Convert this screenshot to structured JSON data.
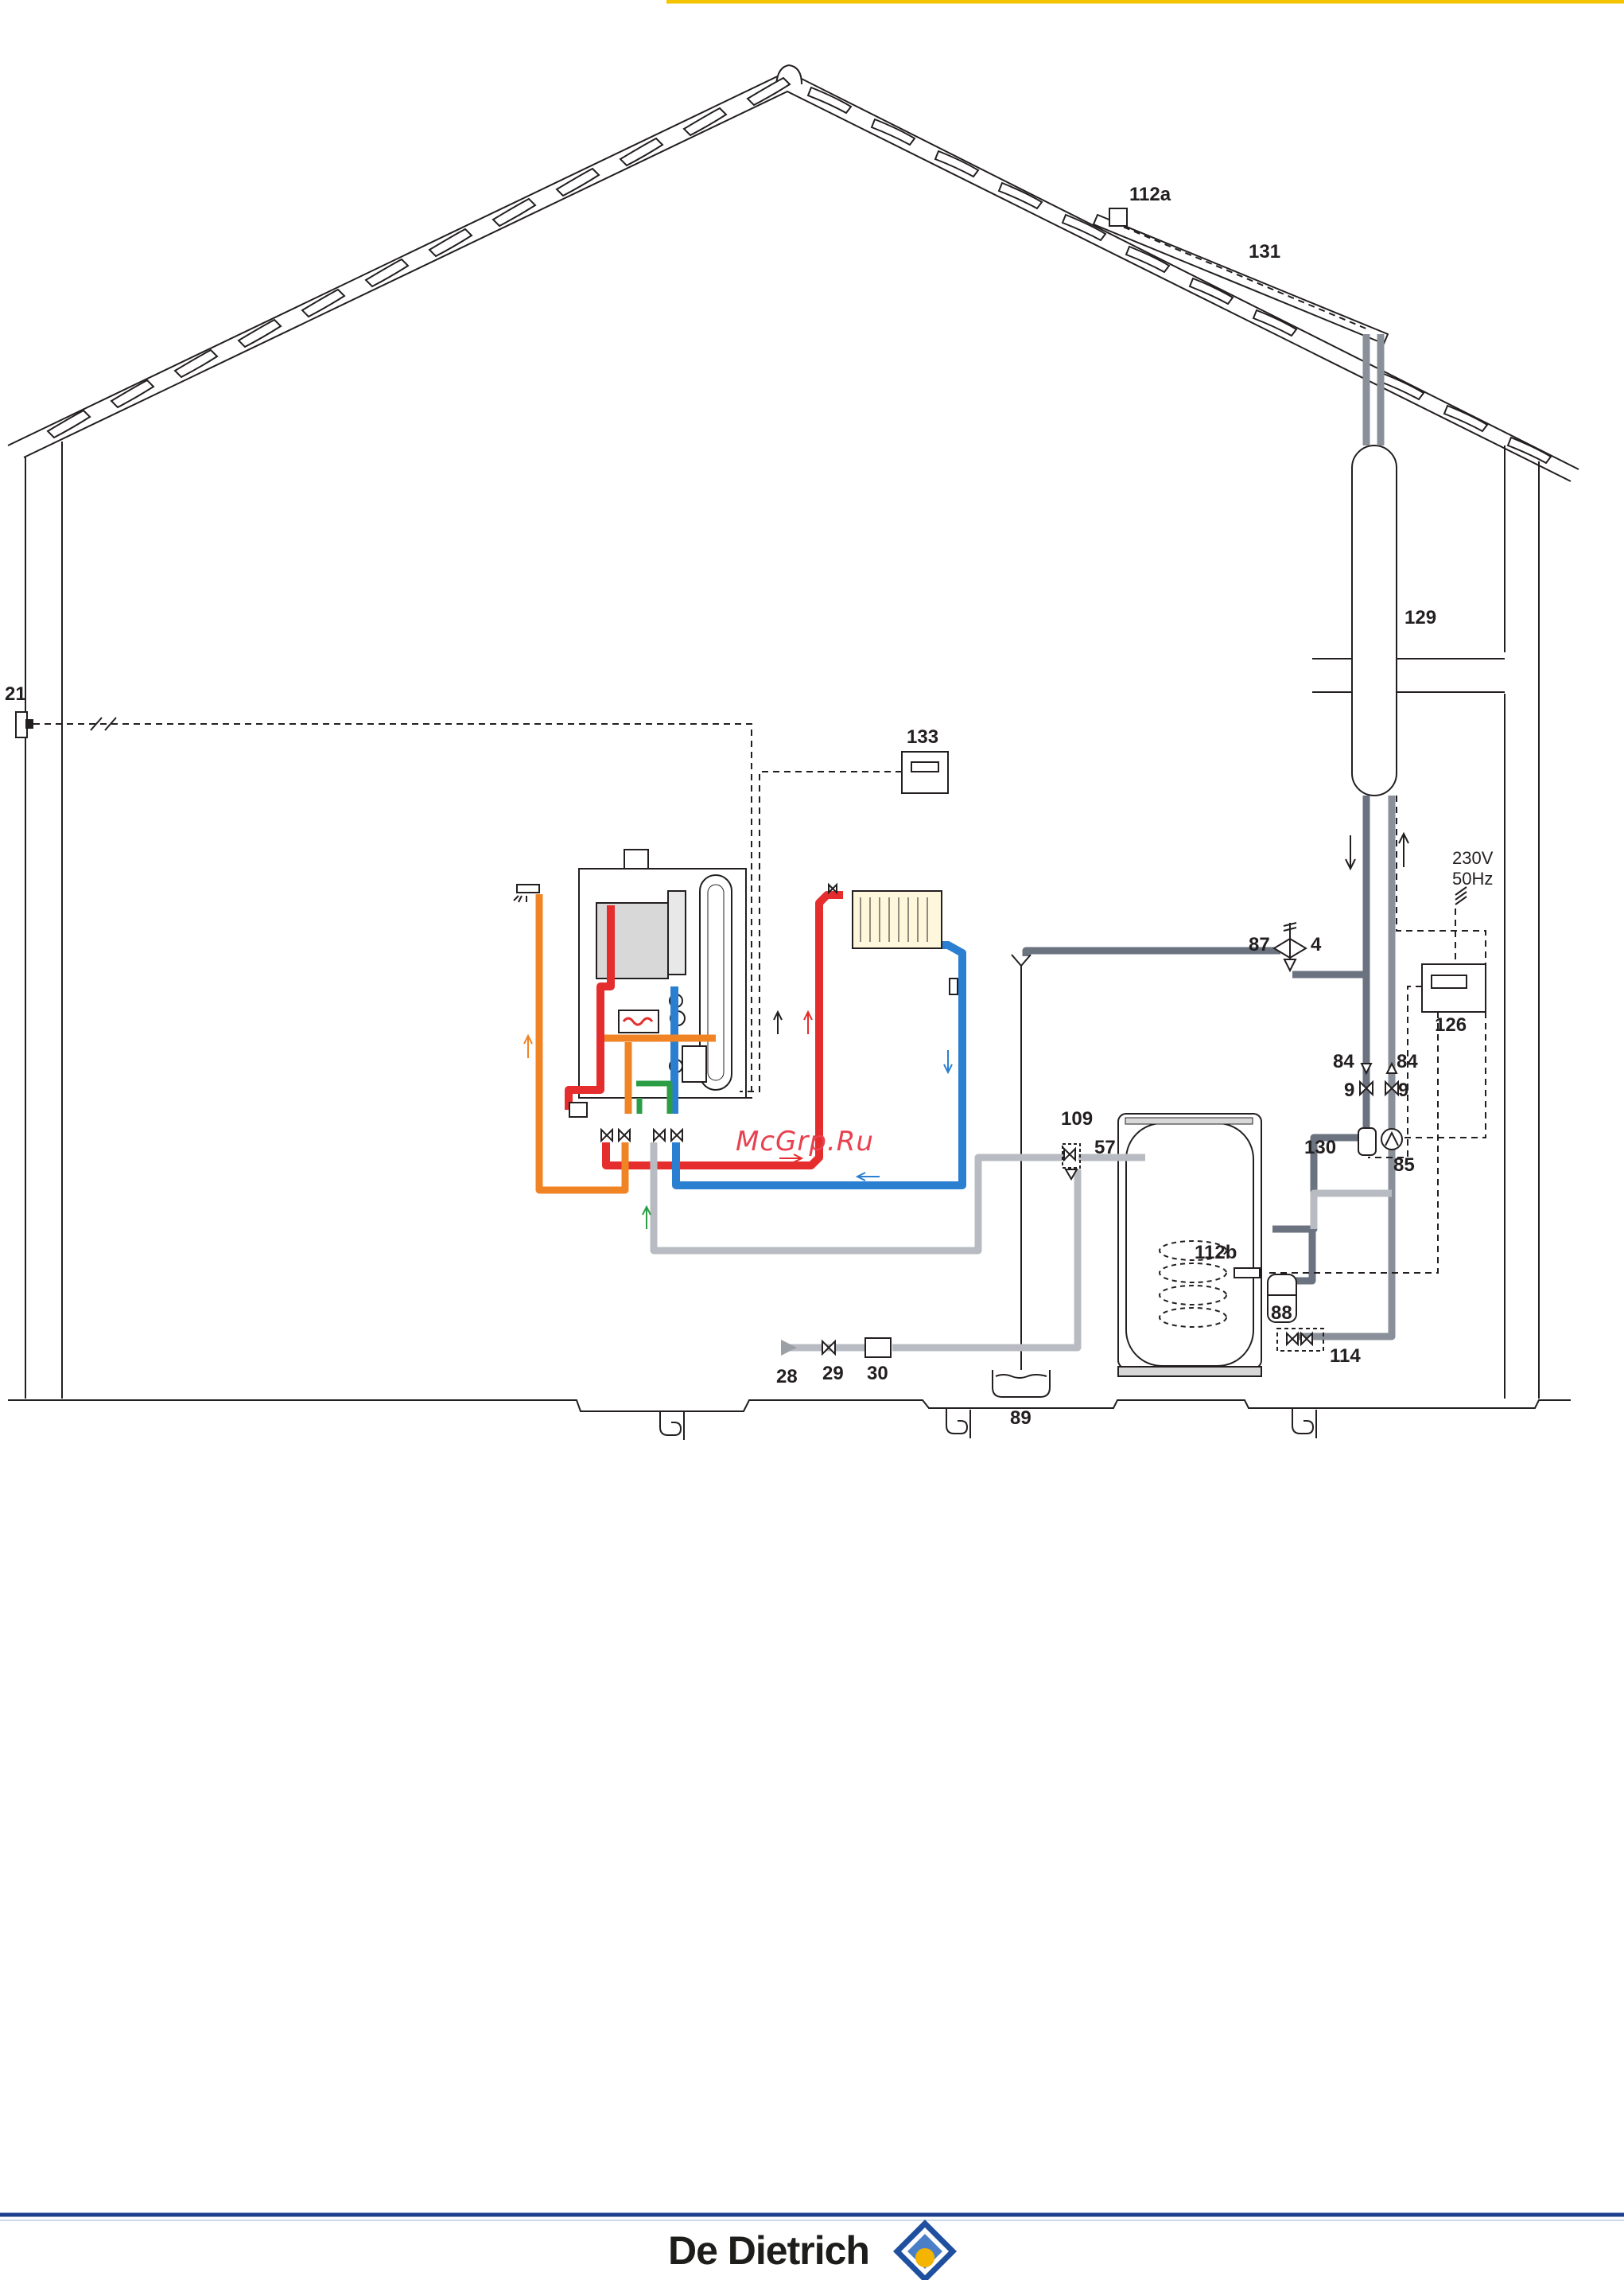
{
  "labels": {
    "l21": "21",
    "l133": "133",
    "l112a": "112a",
    "l131": "131",
    "l129": "129",
    "l230v": "230V",
    "l50hz": "50Hz",
    "l87": "87",
    "l4": "4",
    "l126": "126",
    "l84a": "84",
    "l84b": "84",
    "l9a": "9",
    "l9b": "9",
    "l109": "109",
    "l57": "57",
    "l130": "130",
    "l85": "85",
    "l112b": "112b",
    "l88": "88",
    "l114": "114",
    "l28": "28",
    "l29": "29",
    "l30": "30",
    "l89": "89"
  },
  "watermark": "McGrp.Ru",
  "brand": {
    "name": "De Dietrich"
  },
  "colors": {
    "heating_flow": "#e52d2d",
    "heating_return": "#2b7fd0",
    "dhw": "#f08424",
    "cold_water": "#2a9d45",
    "solar_circuit": "#6b7280",
    "accent_rule": "#f5c400",
    "footer_rule": "#1f3f8f"
  }
}
